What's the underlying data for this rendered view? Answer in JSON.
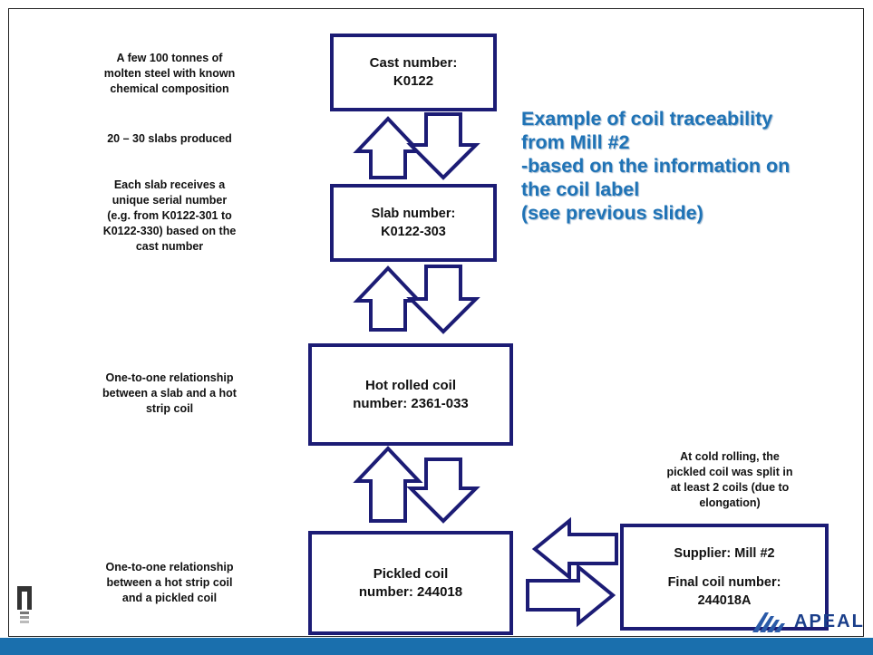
{
  "notes": {
    "cast": [
      "A few 100 tonnes of",
      "molten steel with known",
      "chemical composition"
    ],
    "slabs_produced": [
      "20 – 30 slabs produced"
    ],
    "slab_serial": [
      "Each slab receives a",
      "unique serial number",
      "(e.g. from K0122-301 to",
      "K0122-330) based on the",
      "cast number"
    ],
    "slab_to_hot": [
      "One-to-one relationship",
      "between a slab and a hot",
      "strip coil"
    ],
    "hot_to_pickled": [
      "One-to-one relationship",
      "between a hot strip coil",
      "and a pickled coil"
    ],
    "cold_rolling": [
      "At cold rolling, the",
      "pickled coil was split in",
      "at least 2 coils (due to",
      "elongation)"
    ]
  },
  "boxes": {
    "cast": [
      "Cast number:",
      "K0122"
    ],
    "slab": [
      "Slab number:",
      "K0122-303"
    ],
    "hot_rolled": [
      "Hot rolled coil",
      "number: 2361-033"
    ],
    "pickled": [
      "Pickled coil",
      "number: 244018"
    ],
    "final_supplier": "Supplier: Mill #2",
    "final_number": [
      "Final coil number:",
      "244018A"
    ]
  },
  "headline": [
    "Example of coil traceability",
    "from Mill #2",
    "-based on the information on",
    "the coil label",
    "(see previous slide)"
  ],
  "logo": {
    "name": "APEAL"
  },
  "colors": {
    "box_border": "#1c1c75",
    "headline": "#1f73b6",
    "bottom_bar": "#1a6fad"
  }
}
